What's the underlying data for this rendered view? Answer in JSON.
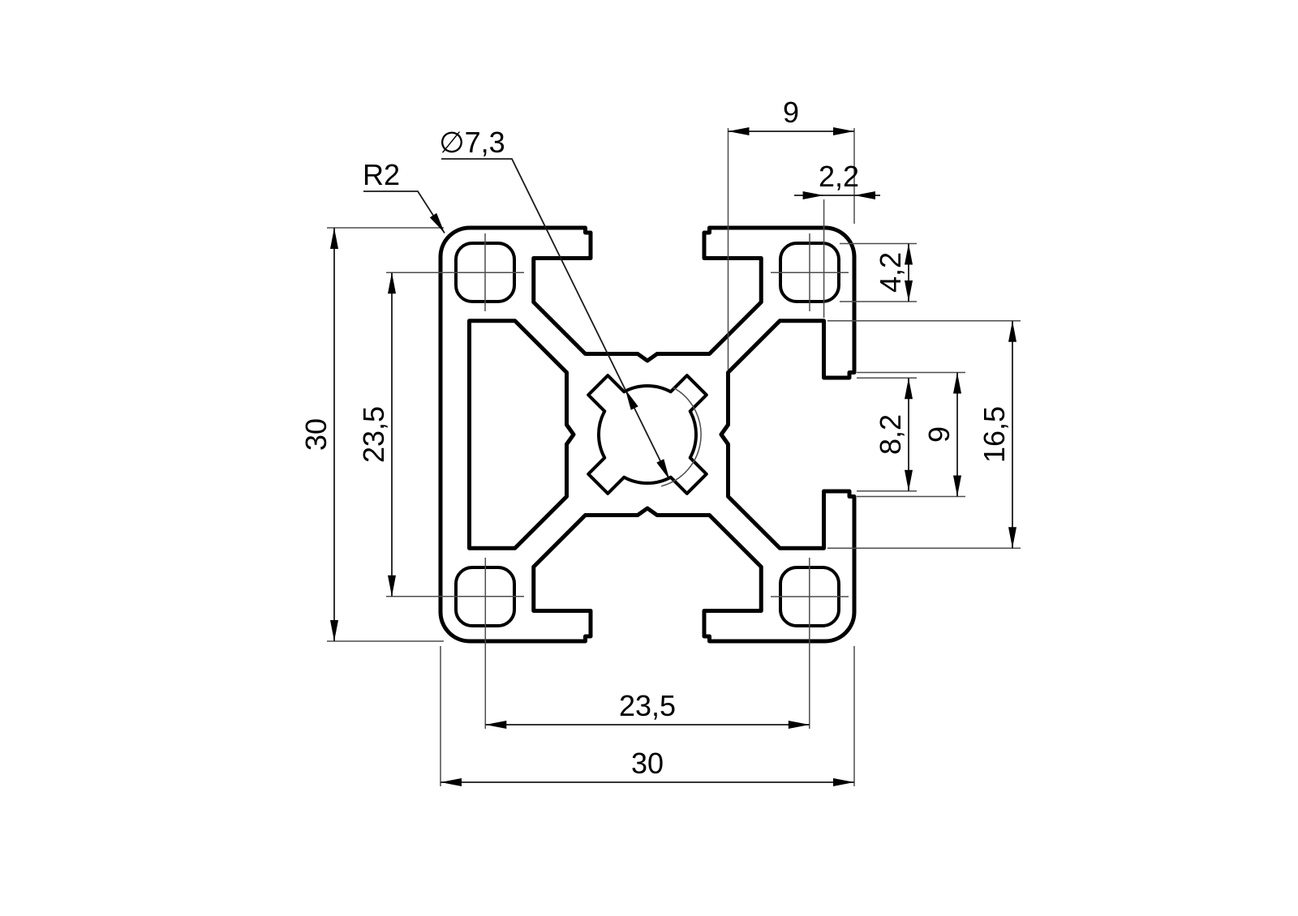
{
  "drawing": {
    "description": "technical cross-section drawing of a 30x30 aluminium extrusion profile with T-slots",
    "background_color": "#ffffff",
    "line_color": "#000000",
    "leaders": {
      "corner_radius": "R2",
      "center_bore_diameter": "∅7,3"
    },
    "dimensions": {
      "slot_depth_top": "9",
      "lip_wall_thickness": "2,2",
      "screw_port_size": "4,2",
      "slot_opening_width": "8,2",
      "slot_mouth_width": "9",
      "slot_chamber_width": "16,5",
      "profile_height": "30",
      "port_spacing_vertical": "23,5",
      "port_spacing_horizontal": "23,5",
      "profile_width": "30"
    }
  }
}
